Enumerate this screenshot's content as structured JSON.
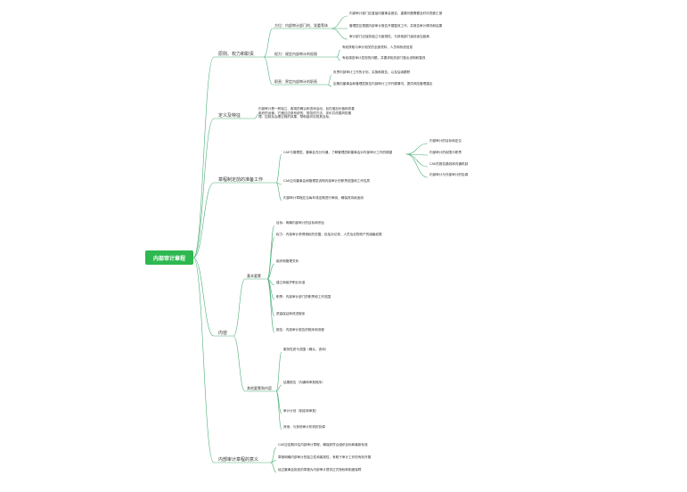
{
  "root": "内部审计章程",
  "branches": [
    {
      "label": "原则、权力和职责",
      "groups": [
        {
          "label": "方位：内部审计部门的、党委等体",
          "items": [
            "内部审计部门应直接向董事会报告，重要问题需要及时向党委汇报",
            "管理层应根据内部审计报告开展整改工作，并报告审计情况和结果",
            "审计部门应保持独立与客观性，与其他部门保持适当距离"
          ]
        },
        {
          "label": "权力：规定内部审计的权限",
          "items": [
            "有权获取与审计相关的全部资料、人员和系统信息",
            "有权调查审计发现的问题，并要求相关部门做出说明和整改"
          ]
        },
        {
          "label": "职责：界定内部审计的职责",
          "items": [
            "负责内部审计工作的计划、实施和报告，以及后续跟踪",
            "定期向董事会和管理层报告内部审计工作开展情况，提供风险管理建议"
          ]
        }
      ]
    },
    {
      "label": "定义及特征",
      "items": [
        "内部审计是一种独立、客观的确认和咨询活动，旨在增加价值和改善组织的运营。它通过应用系统的、规范的方法，评价并改善风险管理、控制及治理过程的效果，帮助组织实现其目标。"
      ]
    },
    {
      "label": "章程制定前的准备工作",
      "groups": [
        {
          "label": "CAE与管理层、董事会充分沟通，了解管理层和董事会对内部审计工作的期望",
          "items": [
            "内部审计的目标和定位",
            "内部审计的权限与职责",
            "CAE的报告路线和沟通机制",
            "内部审计与外部审计的协调"
          ]
        },
        {
          "label": "CAE应向董事会和管理层说明内部审计的职责范围和工作性质",
          "items": []
        },
        {
          "label": "内部审计章程应当每年或定期进行审阅，确保其持续适用",
          "items": []
        }
      ]
    },
    {
      "label": "内容",
      "groups": [
        {
          "label": "基本要素",
          "items": [
            "目标：明确内部审计的目标和宗旨",
            "权力：内部审计获得授权的范围，包括对记录、人员及实物资产的接触权限",
            "组织和管理关系",
            "建立和维护职业标准",
            "职责：内部审计部门的职责和工作范围",
            "质量保证和改进程序",
            "报告：内部审计报告的程序和流程"
          ]
        },
        {
          "label": "其他要素和内容",
          "items": [
            "服务性质与范围（确认、咨询）",
            "结果报告（沟通和审批程序）",
            "审计计划（制定和审批）",
            "其他：与其他审计机构的协调"
          ]
        }
      ]
    },
    {
      "label": "内部审计章程的意义",
      "items": [
        "CAE应定期评估内部审计章程，确保其符合组织目标和最新标准",
        "章程明确内部审计的独立性和客观性，有助于审计工作的有效开展",
        "经过董事会批准的章程为内部审计提供正式授权和制度保障"
      ]
    }
  ]
}
